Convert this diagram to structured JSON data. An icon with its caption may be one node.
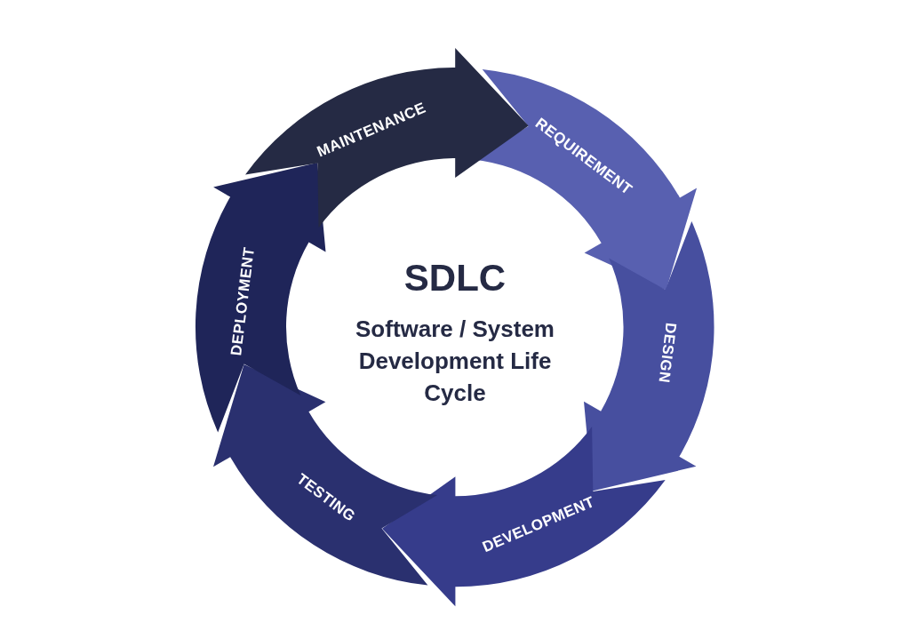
{
  "diagram": {
    "title": "SDLC",
    "nodes": [
      {
        "text": [
          "REQUIREMENT"
        ]
      },
      {
        "text": [
          "DESIGN"
        ]
      },
      {
        "text": [
          "DEVELOPMENT"
        ]
      },
      {
        "text": [
          "TESTING"
        ]
      },
      {
        "text": [
          "DEPLOYMENT"
        ]
      },
      {
        "text": [
          "MAINTENANCE"
        ]
      }
    ],
    "labels": [
      "Software / System Development Life Cycle"
    ]
  }
}
